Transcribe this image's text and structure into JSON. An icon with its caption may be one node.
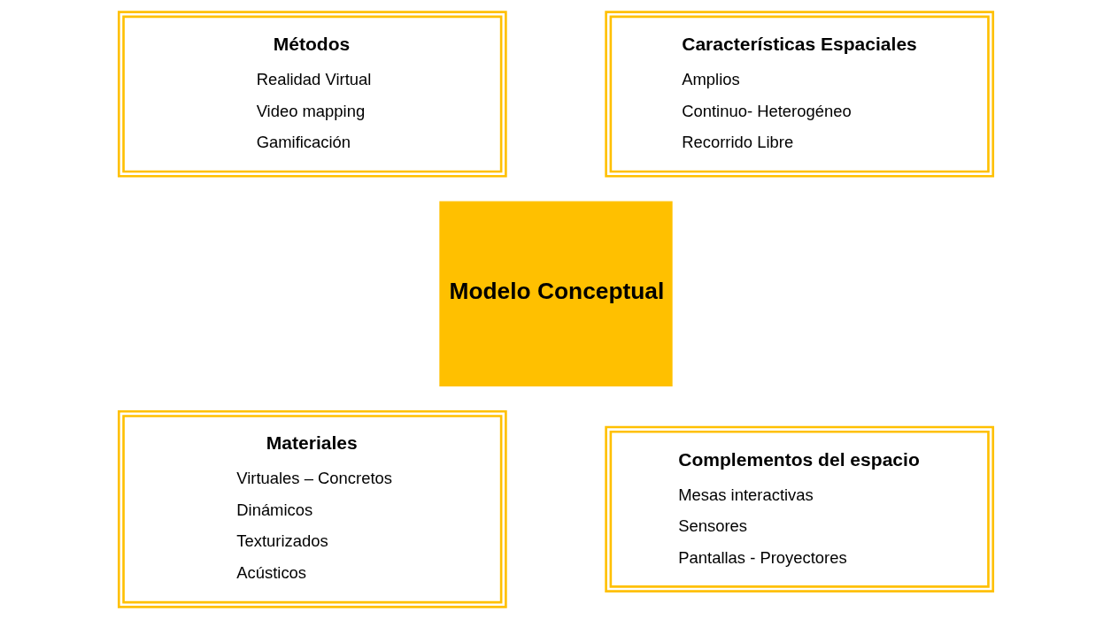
{
  "diagram": {
    "nodes": [
      {
        "text": [
          "Métodos",
          "Realidad Virtual",
          "Video mapping",
          "Gamificación"
        ]
      },
      {
        "text": [
          "Características Espaciales",
          "Amplios",
          "Continuo- Heterogéneo",
          "Recorrido Libre"
        ]
      },
      {
        "text": [
          "Modelo Conceptual"
        ]
      },
      {
        "text": [
          "Materiales",
          "Virtuales – Concretos",
          "Dinámicos",
          "Texturizados",
          "Acústicos"
        ]
      },
      {
        "text": [
          "Complementos del espacio",
          "Mesas interactivas",
          "Sensores",
          "Pantallas - Proyectores"
        ]
      }
    ],
    "edges": []
  }
}
